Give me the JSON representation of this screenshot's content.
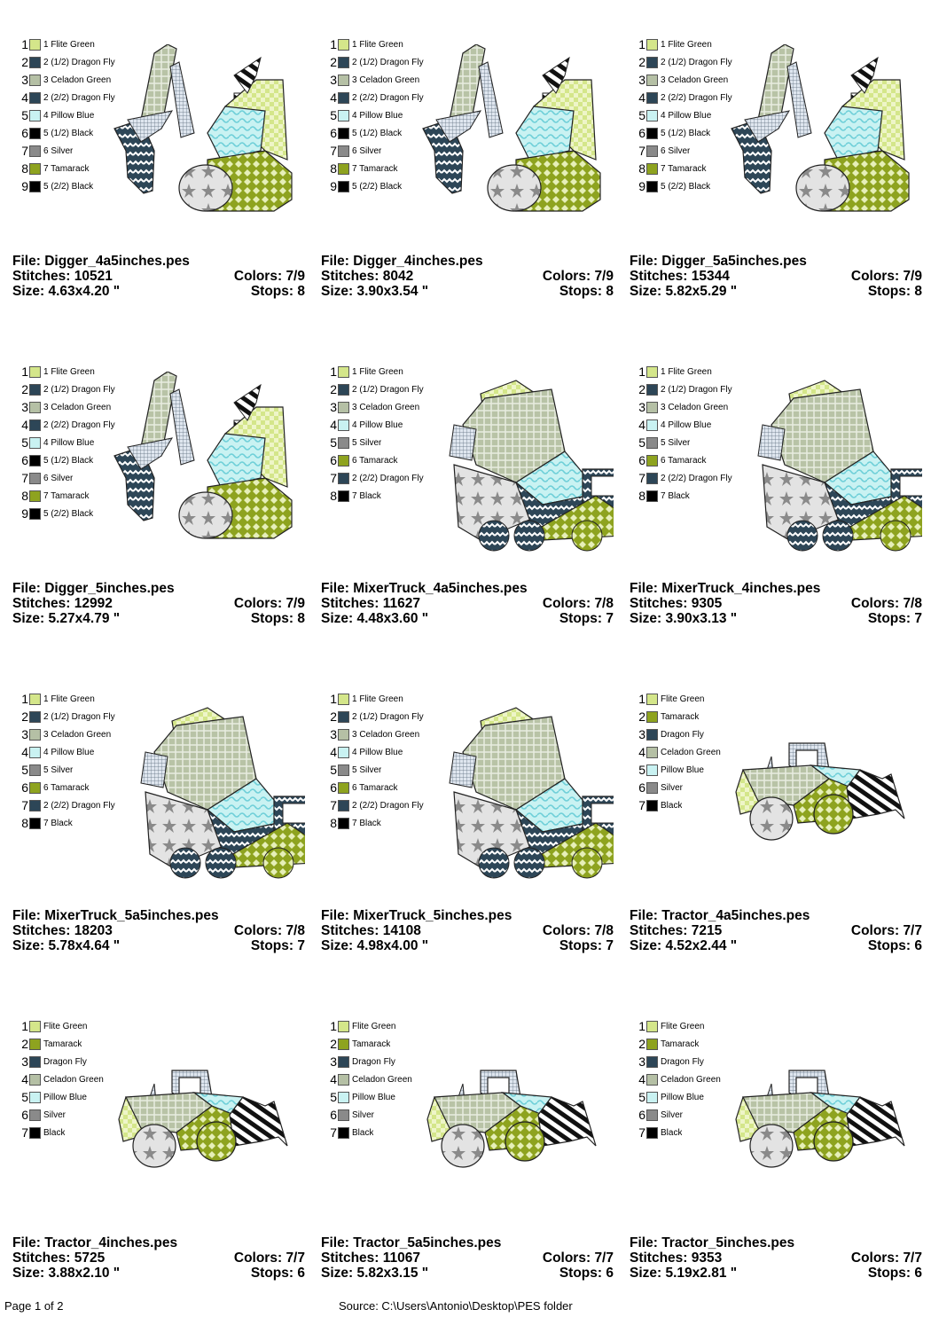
{
  "colors": {
    "flite_green": "#d4e68a",
    "dragon_fly": "#2d4657",
    "celadon_green": "#b5c0a5",
    "pillow_blue": "#c9f2f2",
    "silver": "#8a8a8a",
    "tamarack": "#8ea31f",
    "black": "#000000"
  },
  "labels": {
    "file": "File:",
    "stitches": "Stitches:",
    "size": "Size:",
    "colors": "Colors:",
    "stops": "Stops:"
  },
  "designs": [
    {
      "kind": "digger",
      "file": "Digger_4a5inches.pes",
      "stitches": "10521",
      "size": "4.63x4.20 \"",
      "colors": "7/9",
      "stops": "8",
      "legend": [
        [
          "1",
          "1 Flite Green",
          "flite_green"
        ],
        [
          "2",
          "2 (1/2) Dragon Fly",
          "dragon_fly"
        ],
        [
          "3",
          "3 Celadon Green",
          "celadon_green"
        ],
        [
          "4",
          "2 (2/2) Dragon Fly",
          "dragon_fly"
        ],
        [
          "5",
          "4 Pillow Blue",
          "pillow_blue"
        ],
        [
          "6",
          "5 (1/2) Black",
          "black"
        ],
        [
          "7",
          "6 Silver",
          "silver"
        ],
        [
          "8",
          "7 Tamarack",
          "tamarack"
        ],
        [
          "9",
          "5 (2/2) Black",
          "black"
        ]
      ]
    },
    {
      "kind": "digger",
      "file": "Digger_4inches.pes",
      "stitches": "8042",
      "size": "3.90x3.54 \"",
      "colors": "7/9",
      "stops": "8",
      "legend": [
        [
          "1",
          "1 Flite Green",
          "flite_green"
        ],
        [
          "2",
          "2 (1/2) Dragon Fly",
          "dragon_fly"
        ],
        [
          "3",
          "3 Celadon Green",
          "celadon_green"
        ],
        [
          "4",
          "2 (2/2) Dragon Fly",
          "dragon_fly"
        ],
        [
          "5",
          "4 Pillow Blue",
          "pillow_blue"
        ],
        [
          "6",
          "5 (1/2) Black",
          "black"
        ],
        [
          "7",
          "6 Silver",
          "silver"
        ],
        [
          "8",
          "7 Tamarack",
          "tamarack"
        ],
        [
          "9",
          "5 (2/2) Black",
          "black"
        ]
      ]
    },
    {
      "kind": "digger",
      "file": "Digger_5a5inches.pes",
      "stitches": "15344",
      "size": "5.82x5.29 \"",
      "colors": "7/9",
      "stops": "8",
      "legend": [
        [
          "1",
          "1 Flite Green",
          "flite_green"
        ],
        [
          "2",
          "2 (1/2) Dragon Fly",
          "dragon_fly"
        ],
        [
          "3",
          "3 Celadon Green",
          "celadon_green"
        ],
        [
          "4",
          "2 (2/2) Dragon Fly",
          "dragon_fly"
        ],
        [
          "5",
          "4 Pillow Blue",
          "pillow_blue"
        ],
        [
          "6",
          "5 (1/2) Black",
          "black"
        ],
        [
          "7",
          "6 Silver",
          "silver"
        ],
        [
          "8",
          "7 Tamarack",
          "tamarack"
        ],
        [
          "9",
          "5 (2/2) Black",
          "black"
        ]
      ]
    },
    {
      "kind": "digger",
      "file": "Digger_5inches.pes",
      "stitches": "12992",
      "size": "5.27x4.79 \"",
      "colors": "7/9",
      "stops": "8",
      "legend": [
        [
          "1",
          "1 Flite Green",
          "flite_green"
        ],
        [
          "2",
          "2 (1/2) Dragon Fly",
          "dragon_fly"
        ],
        [
          "3",
          "3 Celadon Green",
          "celadon_green"
        ],
        [
          "4",
          "2 (2/2) Dragon Fly",
          "dragon_fly"
        ],
        [
          "5",
          "4 Pillow Blue",
          "pillow_blue"
        ],
        [
          "6",
          "5 (1/2) Black",
          "black"
        ],
        [
          "7",
          "6 Silver",
          "silver"
        ],
        [
          "8",
          "7 Tamarack",
          "tamarack"
        ],
        [
          "9",
          "5 (2/2) Black",
          "black"
        ]
      ]
    },
    {
      "kind": "mixer",
      "file": "MixerTruck_4a5inches.pes",
      "stitches": "11627",
      "size": "4.48x3.60 \"",
      "colors": "7/8",
      "stops": "7",
      "legend": [
        [
          "1",
          "1 Flite Green",
          "flite_green"
        ],
        [
          "2",
          "2 (1/2) Dragon Fly",
          "dragon_fly"
        ],
        [
          "3",
          "3 Celadon Green",
          "celadon_green"
        ],
        [
          "4",
          "4 Pillow Blue",
          "pillow_blue"
        ],
        [
          "5",
          "5 Silver",
          "silver"
        ],
        [
          "6",
          "6 Tamarack",
          "tamarack"
        ],
        [
          "7",
          "2 (2/2) Dragon Fly",
          "dragon_fly"
        ],
        [
          "8",
          "7 Black",
          "black"
        ]
      ]
    },
    {
      "kind": "mixer",
      "file": "MixerTruck_4inches.pes",
      "stitches": "9305",
      "size": "3.90x3.13 \"",
      "colors": "7/8",
      "stops": "7",
      "legend": [
        [
          "1",
          "1 Flite Green",
          "flite_green"
        ],
        [
          "2",
          "2 (1/2) Dragon Fly",
          "dragon_fly"
        ],
        [
          "3",
          "3 Celadon Green",
          "celadon_green"
        ],
        [
          "4",
          "4 Pillow Blue",
          "pillow_blue"
        ],
        [
          "5",
          "5 Silver",
          "silver"
        ],
        [
          "6",
          "6 Tamarack",
          "tamarack"
        ],
        [
          "7",
          "2 (2/2) Dragon Fly",
          "dragon_fly"
        ],
        [
          "8",
          "7 Black",
          "black"
        ]
      ]
    },
    {
      "kind": "mixer",
      "file": "MixerTruck_5a5inches.pes",
      "stitches": "18203",
      "size": "5.78x4.64 \"",
      "colors": "7/8",
      "stops": "7",
      "legend": [
        [
          "1",
          "1 Flite Green",
          "flite_green"
        ],
        [
          "2",
          "2 (1/2) Dragon Fly",
          "dragon_fly"
        ],
        [
          "3",
          "3 Celadon Green",
          "celadon_green"
        ],
        [
          "4",
          "4 Pillow Blue",
          "pillow_blue"
        ],
        [
          "5",
          "5 Silver",
          "silver"
        ],
        [
          "6",
          "6 Tamarack",
          "tamarack"
        ],
        [
          "7",
          "2 (2/2) Dragon Fly",
          "dragon_fly"
        ],
        [
          "8",
          "7 Black",
          "black"
        ]
      ]
    },
    {
      "kind": "mixer",
      "file": "MixerTruck_5inches.pes",
      "stitches": "14108",
      "size": "4.98x4.00 \"",
      "colors": "7/8",
      "stops": "7",
      "legend": [
        [
          "1",
          "1 Flite Green",
          "flite_green"
        ],
        [
          "2",
          "2 (1/2) Dragon Fly",
          "dragon_fly"
        ],
        [
          "3",
          "3 Celadon Green",
          "celadon_green"
        ],
        [
          "4",
          "4 Pillow Blue",
          "pillow_blue"
        ],
        [
          "5",
          "5 Silver",
          "silver"
        ],
        [
          "6",
          "6 Tamarack",
          "tamarack"
        ],
        [
          "7",
          "2 (2/2) Dragon Fly",
          "dragon_fly"
        ],
        [
          "8",
          "7 Black",
          "black"
        ]
      ]
    },
    {
      "kind": "tractor",
      "file": "Tractor_4a5inches.pes",
      "stitches": "7215",
      "size": "4.52x2.44 \"",
      "colors": "7/7",
      "stops": "6",
      "legend": [
        [
          "1",
          "Flite Green",
          "flite_green"
        ],
        [
          "2",
          "Tamarack",
          "tamarack"
        ],
        [
          "3",
          "Dragon Fly",
          "dragon_fly"
        ],
        [
          "4",
          "Celadon Green",
          "celadon_green"
        ],
        [
          "5",
          "Pillow Blue",
          "pillow_blue"
        ],
        [
          "6",
          "Silver",
          "silver"
        ],
        [
          "7",
          "Black",
          "black"
        ]
      ]
    },
    {
      "kind": "tractor",
      "file": "Tractor_4inches.pes",
      "stitches": "5725",
      "size": "3.88x2.10 \"",
      "colors": "7/7",
      "stops": "6",
      "legend": [
        [
          "1",
          "Flite Green",
          "flite_green"
        ],
        [
          "2",
          "Tamarack",
          "tamarack"
        ],
        [
          "3",
          "Dragon Fly",
          "dragon_fly"
        ],
        [
          "4",
          "Celadon Green",
          "celadon_green"
        ],
        [
          "5",
          "Pillow Blue",
          "pillow_blue"
        ],
        [
          "6",
          "Silver",
          "silver"
        ],
        [
          "7",
          "Black",
          "black"
        ]
      ]
    },
    {
      "kind": "tractor",
      "file": "Tractor_5a5inches.pes",
      "stitches": "11067",
      "size": "5.82x3.15 \"",
      "colors": "7/7",
      "stops": "6",
      "legend": [
        [
          "1",
          "Flite Green",
          "flite_green"
        ],
        [
          "2",
          "Tamarack",
          "tamarack"
        ],
        [
          "3",
          "Dragon Fly",
          "dragon_fly"
        ],
        [
          "4",
          "Celadon Green",
          "celadon_green"
        ],
        [
          "5",
          "Pillow Blue",
          "pillow_blue"
        ],
        [
          "6",
          "Silver",
          "silver"
        ],
        [
          "7",
          "Black",
          "black"
        ]
      ]
    },
    {
      "kind": "tractor",
      "file": "Tractor_5inches.pes",
      "stitches": "9353",
      "size": "5.19x2.81 \"",
      "colors": "7/7",
      "stops": "6",
      "legend": [
        [
          "1",
          "Flite Green",
          "flite_green"
        ],
        [
          "2",
          "Tamarack",
          "tamarack"
        ],
        [
          "3",
          "Dragon Fly",
          "dragon_fly"
        ],
        [
          "4",
          "Celadon Green",
          "celadon_green"
        ],
        [
          "5",
          "Pillow Blue",
          "pillow_blue"
        ],
        [
          "6",
          "Silver",
          "silver"
        ],
        [
          "7",
          "Black",
          "black"
        ]
      ]
    }
  ],
  "footer": {
    "page": "Page 1 of 2",
    "source": "Source: C:\\Users\\Antonio\\Desktop\\PES folder"
  }
}
